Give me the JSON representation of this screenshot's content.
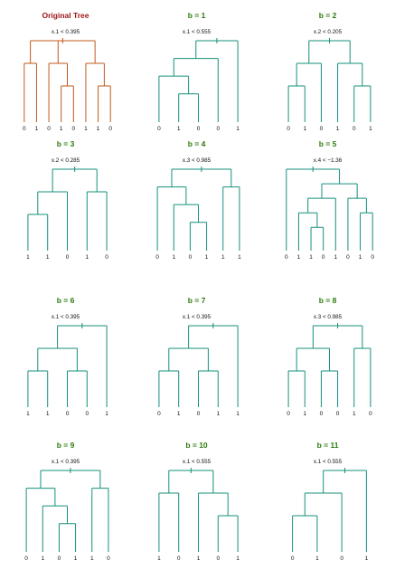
{
  "colors": {
    "original": "#c0591a",
    "bagged": "#15907d",
    "original_title": "#9e1212",
    "bagged_title": "#2b7a0b",
    "text": "#111111"
  },
  "panels": [
    {
      "title": "Original Tree",
      "kind": "original",
      "split": "x.1 < 0.395",
      "tree": [
        [
          {
            "leaf": "0"
          },
          {
            "leaf": "1"
          }
        ],
        [
          {
            "leaf": "0"
          },
          [
            {
              "leaf": "1"
            },
            {
              "leaf": "0"
            }
          ]
        ],
        [
          {
            "leaf": "1"
          },
          [
            {
              "leaf": "1"
            },
            {
              "leaf": "0"
            }
          ]
        ]
      ]
    },
    {
      "title": "b = 1",
      "kind": "bagged",
      "split": "x.1 < 0.555",
      "tree": [
        [
          [
            {
              "leaf": "0"
            },
            [
              {
                "leaf": "1"
              },
              {
                "leaf": "0"
              }
            ]
          ],
          {
            "leaf": "0"
          }
        ],
        {
          "leaf": "1"
        }
      ]
    },
    {
      "title": "b = 2",
      "kind": "bagged",
      "split": "x.2 < 0.205",
      "tree": [
        [
          [
            {
              "leaf": "0"
            },
            {
              "leaf": "1"
            }
          ],
          {
            "leaf": "0"
          }
        ],
        [
          {
            "leaf": "1"
          },
          [
            {
              "leaf": "0"
            },
            {
              "leaf": "1"
            }
          ]
        ]
      ]
    },
    {
      "title": "b = 3",
      "kind": "bagged",
      "split": "x.2 < 0.285",
      "tree": [
        [
          [
            {
              "leaf": "1"
            },
            {
              "leaf": "1"
            }
          ],
          {
            "leaf": "0"
          }
        ],
        [
          {
            "leaf": "1"
          },
          {
            "leaf": "0"
          }
        ]
      ]
    },
    {
      "title": "b = 4",
      "kind": "bagged",
      "split": "x.3 < 0.985",
      "tree": [
        [
          {
            "leaf": "0"
          },
          [
            {
              "leaf": "1"
            },
            [
              {
                "leaf": "0"
              },
              {
                "leaf": "1"
              }
            ]
          ]
        ],
        [
          {
            "leaf": "1"
          },
          {
            "leaf": "1"
          }
        ]
      ]
    },
    {
      "title": "b = 5",
      "kind": "bagged",
      "split": "x.4 < −1.36",
      "tree": [
        {
          "leaf": "0"
        },
        [
          [
            [
              {
                "leaf": "1"
              },
              [
                {
                  "leaf": "1"
                },
                {
                  "leaf": "0"
                }
              ]
            ],
            {
              "leaf": "1"
            }
          ],
          [
            {
              "leaf": "0"
            },
            [
              {
                "leaf": "1"
              },
              {
                "leaf": "0"
              }
            ]
          ]
        ]
      ]
    },
    {
      "title": "b = 6",
      "kind": "bagged",
      "split": "x.1 < 0.395",
      "tree": [
        [
          [
            {
              "leaf": "1"
            },
            {
              "leaf": "1"
            }
          ],
          [
            {
              "leaf": "0"
            },
            {
              "leaf": "0"
            }
          ]
        ],
        {
          "leaf": "1"
        }
      ]
    },
    {
      "title": "b = 7",
      "kind": "bagged",
      "split": "x.1 < 0.395",
      "tree": [
        [
          [
            {
              "leaf": "0"
            },
            {
              "leaf": "1"
            }
          ],
          [
            {
              "leaf": "0"
            },
            {
              "leaf": "1"
            }
          ]
        ],
        {
          "leaf": "1"
        }
      ]
    },
    {
      "title": "b = 8",
      "kind": "bagged",
      "split": "x.3 < 0.985",
      "tree": [
        [
          [
            {
              "leaf": "0"
            },
            {
              "leaf": "1"
            }
          ],
          [
            {
              "leaf": "0"
            },
            {
              "leaf": "0"
            }
          ]
        ],
        [
          {
            "leaf": "1"
          },
          {
            "leaf": "0"
          }
        ]
      ]
    },
    {
      "title": "b = 9",
      "kind": "bagged",
      "split": "x.1 < 0.395",
      "tree": [
        [
          {
            "leaf": "0"
          },
          [
            {
              "leaf": "1"
            },
            [
              {
                "leaf": "0"
              },
              {
                "leaf": "1"
              }
            ]
          ]
        ],
        [
          {
            "leaf": "1"
          },
          {
            "leaf": "0"
          }
        ]
      ]
    },
    {
      "title": "b = 10",
      "kind": "bagged",
      "split": "x.1 < 0.555",
      "tree": [
        [
          {
            "leaf": "1"
          },
          {
            "leaf": "0"
          }
        ],
        [
          {
            "leaf": "1"
          },
          [
            {
              "leaf": "0"
            },
            {
              "leaf": "1"
            }
          ]
        ]
      ]
    },
    {
      "title": "b = 11",
      "kind": "bagged",
      "split": "x.1 < 0.555",
      "tree": [
        [
          [
            {
              "leaf": "0"
            },
            {
              "leaf": "1"
            }
          ],
          {
            "leaf": "0"
          }
        ],
        {
          "leaf": "1"
        }
      ]
    }
  ]
}
